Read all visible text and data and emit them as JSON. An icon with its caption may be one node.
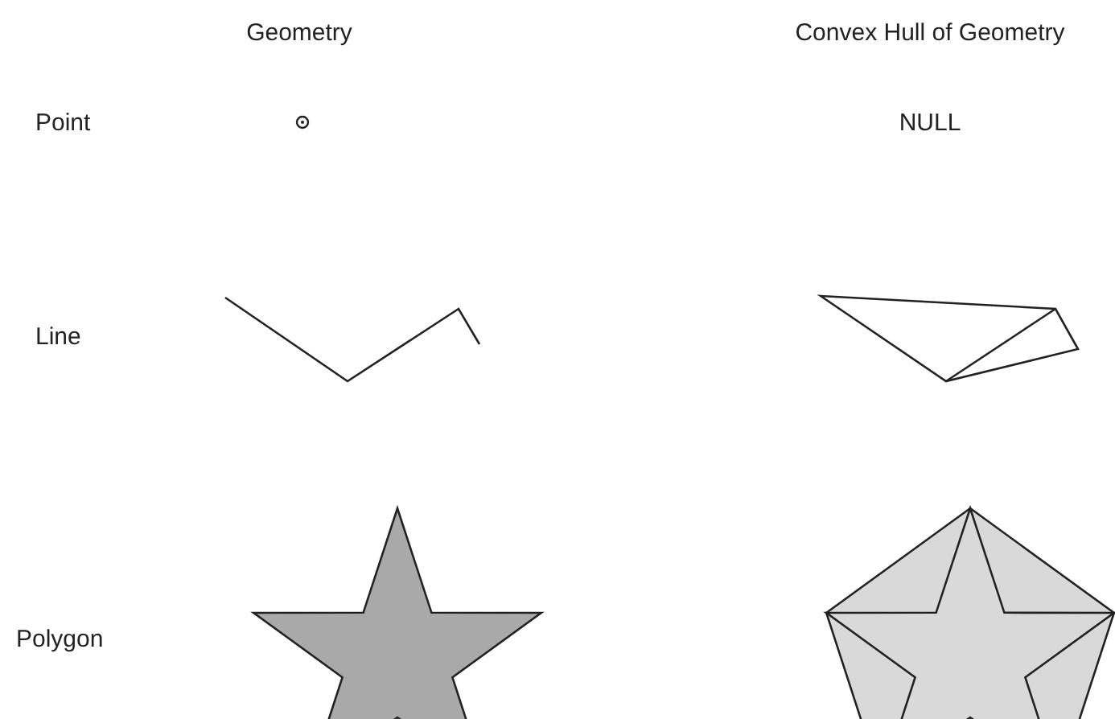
{
  "diagram": {
    "labels": [
      "Geometry",
      "Convex Hull of Geometry",
      "Point",
      "NULL",
      "Line",
      "Polygon"
    ]
  }
}
